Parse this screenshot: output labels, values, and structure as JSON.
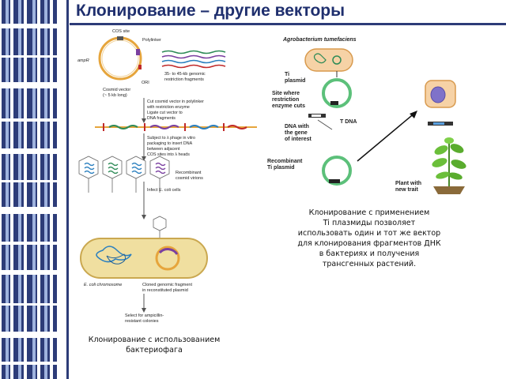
{
  "slide": {
    "title": "Клонирование – другие векторы",
    "accent_color": "#1f2f6e"
  },
  "left_diagram": {
    "labels": {
      "cos_site": "COS site",
      "polylinker": "Polylinker",
      "ampr": "ampR",
      "ori": "ORI",
      "cosmid_vector": "Cosmid vector",
      "cosmid_size": "(~ 5 kb long)",
      "genomic_fragments": [
        "35- to 45-kb genomic",
        "restriction fragments"
      ],
      "step1": [
        "Cut cosmid vector in polylinker",
        "with restriction enzyme",
        "Ligate cut vector to",
        "DNA fragments"
      ],
      "step2": [
        "Subject to λ phage in vitro",
        "packaging to insert DNA",
        "between adjacent",
        "COS sites into λ heads"
      ],
      "virions": [
        "Recombinant",
        "cosmid virions"
      ],
      "infect": "Infect E. coli cells",
      "ecoli_chromosome": "E. coli chromosome",
      "cloned_fragment": [
        "Cloned genomic fragment",
        "in reconstituted plasmid"
      ],
      "select": [
        "Select for ampicillin-",
        "resistant colonies"
      ]
    }
  },
  "right_diagram": {
    "labels": {
      "organism": "Agrobacterium tumefaciens",
      "ti_plasmid": [
        "Ti",
        "plasmid"
      ],
      "site_where": [
        "Site where",
        "restriction",
        "enzyme cuts"
      ],
      "t_dna": "T DNA",
      "dna_with_gene": [
        "DNA with",
        "the gene",
        "of interest"
      ],
      "recombinant": [
        "Recombinant",
        "Ti plasmid"
      ],
      "plant": [
        "Plant with",
        "new trait"
      ]
    }
  },
  "captions": {
    "right": [
      "Клонирование с применением",
      "Ti плазмиды позволяет",
      "использовать один и тот же вектор",
      "для клонирования фрагментов ДНК",
      "в бактериях и получения",
      "трансгенных растений."
    ],
    "left": [
      "Клонирование с использованием",
      "бактериофага"
    ]
  }
}
